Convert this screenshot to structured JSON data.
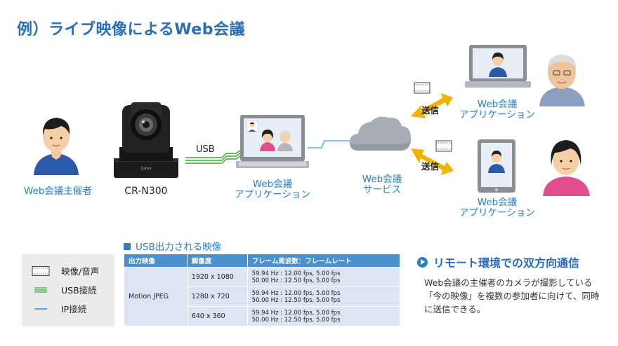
{
  "title": "例）ライブ映像によるWeb会議",
  "labels": {
    "host": "Web会議主催者",
    "camera": "CR-N300",
    "usb": "USB",
    "laptop_app": [
      "Web会議",
      "アプリケーション"
    ],
    "service": [
      "Web会議",
      "サービス"
    ],
    "remote_app_top": [
      "Web会議",
      "アプリケーション"
    ],
    "remote_app_bottom": [
      "Web会議",
      "アプリケーション"
    ],
    "send_top": "送信",
    "send_bottom": "送信",
    "camera_brand": "Canon"
  },
  "legend": {
    "items": [
      {
        "symbol": "film-icon",
        "label": "映像/音声"
      },
      {
        "symbol": "usb-line",
        "label": "USB接続"
      },
      {
        "symbol": "ip-line",
        "label": "IP接続"
      }
    ]
  },
  "table": {
    "title": "USB出力される映像",
    "headers": [
      "出力映像",
      "解像度",
      "フレーム周波数：フレームレート"
    ],
    "format": "Motion JPEG",
    "rows": [
      {
        "resolution": "1920 x 1080",
        "line1": "59.94 Hz : 12.00 fps, 5.00 fps",
        "line2": "50.00 Hz : 12.50 fps, 5.00 fps"
      },
      {
        "resolution": "1280 x 720",
        "line1": "59.94 Hz : 12.00 fps, 5.00 fps",
        "line2": "50.00 Hz : 12.50 fps, 5.00 fps"
      },
      {
        "resolution": "640 x 360",
        "line1": "59.94 Hz : 12.00 fps, 5.00 fps",
        "line2": "50.00 Hz : 12.50 fps, 5.00 fps"
      }
    ]
  },
  "remote": {
    "title": "リモート環境での双方向通信",
    "body": "Web会議の主催者のカメラが撮影している「今の映像」を複数の参加者に向けて、同時に送信できる。"
  },
  "colors": {
    "accent": "#2b7ec3",
    "title": "#2b6cb8",
    "usb_line": "#3aa935",
    "ip_line": "#5aa9e6",
    "arrow": "#f0b400",
    "table_header": "#4a90cf",
    "table_cell": "#dbe5f3",
    "legend_bg": "#ececec"
  }
}
